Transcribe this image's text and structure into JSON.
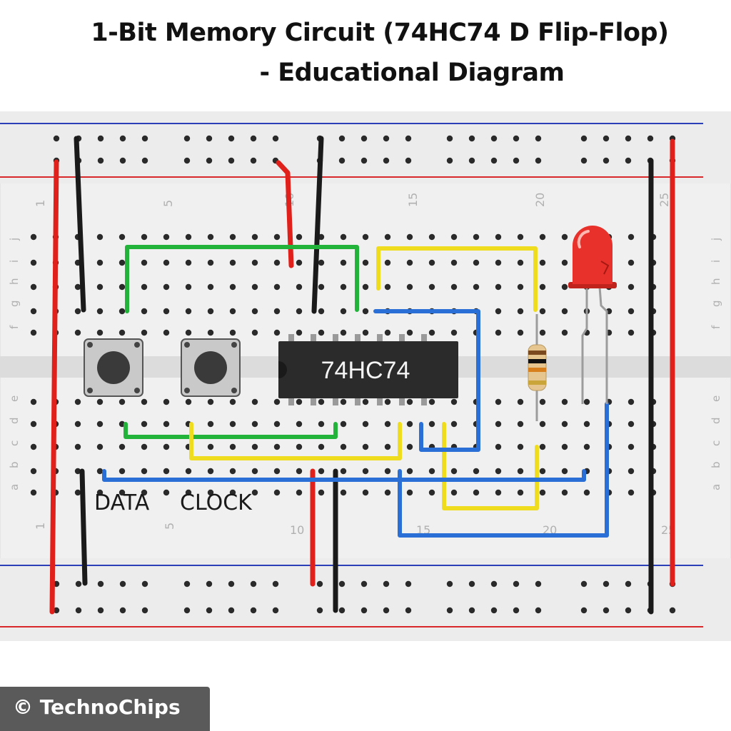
{
  "title": {
    "line1": "1-Bit Memory Circuit (74HC74 D Flip-Flop)",
    "line2": "- Educational Diagram"
  },
  "breadboard": {
    "row_letters_top": [
      "j",
      "i",
      "h",
      "g",
      "f"
    ],
    "row_letters_bottom": [
      "e",
      "d",
      "c",
      "b",
      "a"
    ],
    "column_numbers": [
      "1",
      "5",
      "10",
      "15",
      "20",
      "25"
    ]
  },
  "components": {
    "chip_label": "74HC74",
    "button_data_label": "DATA",
    "button_clock_label": "CLOCK",
    "led_color": "#e8312a",
    "resistor_bands": [
      "#7a4a1e",
      "#111111",
      "#d67f1c",
      "#c9a53a"
    ]
  },
  "wire_colors": {
    "power": "#e0201a",
    "ground": "#1a1a1a",
    "data": "#22b33a",
    "clock": "#f0dc1e",
    "signal": "#2a6fd6",
    "rail_top": "#2b3fb8",
    "rail_bottom": "#d8282a"
  },
  "credit": "© TechnoChips"
}
